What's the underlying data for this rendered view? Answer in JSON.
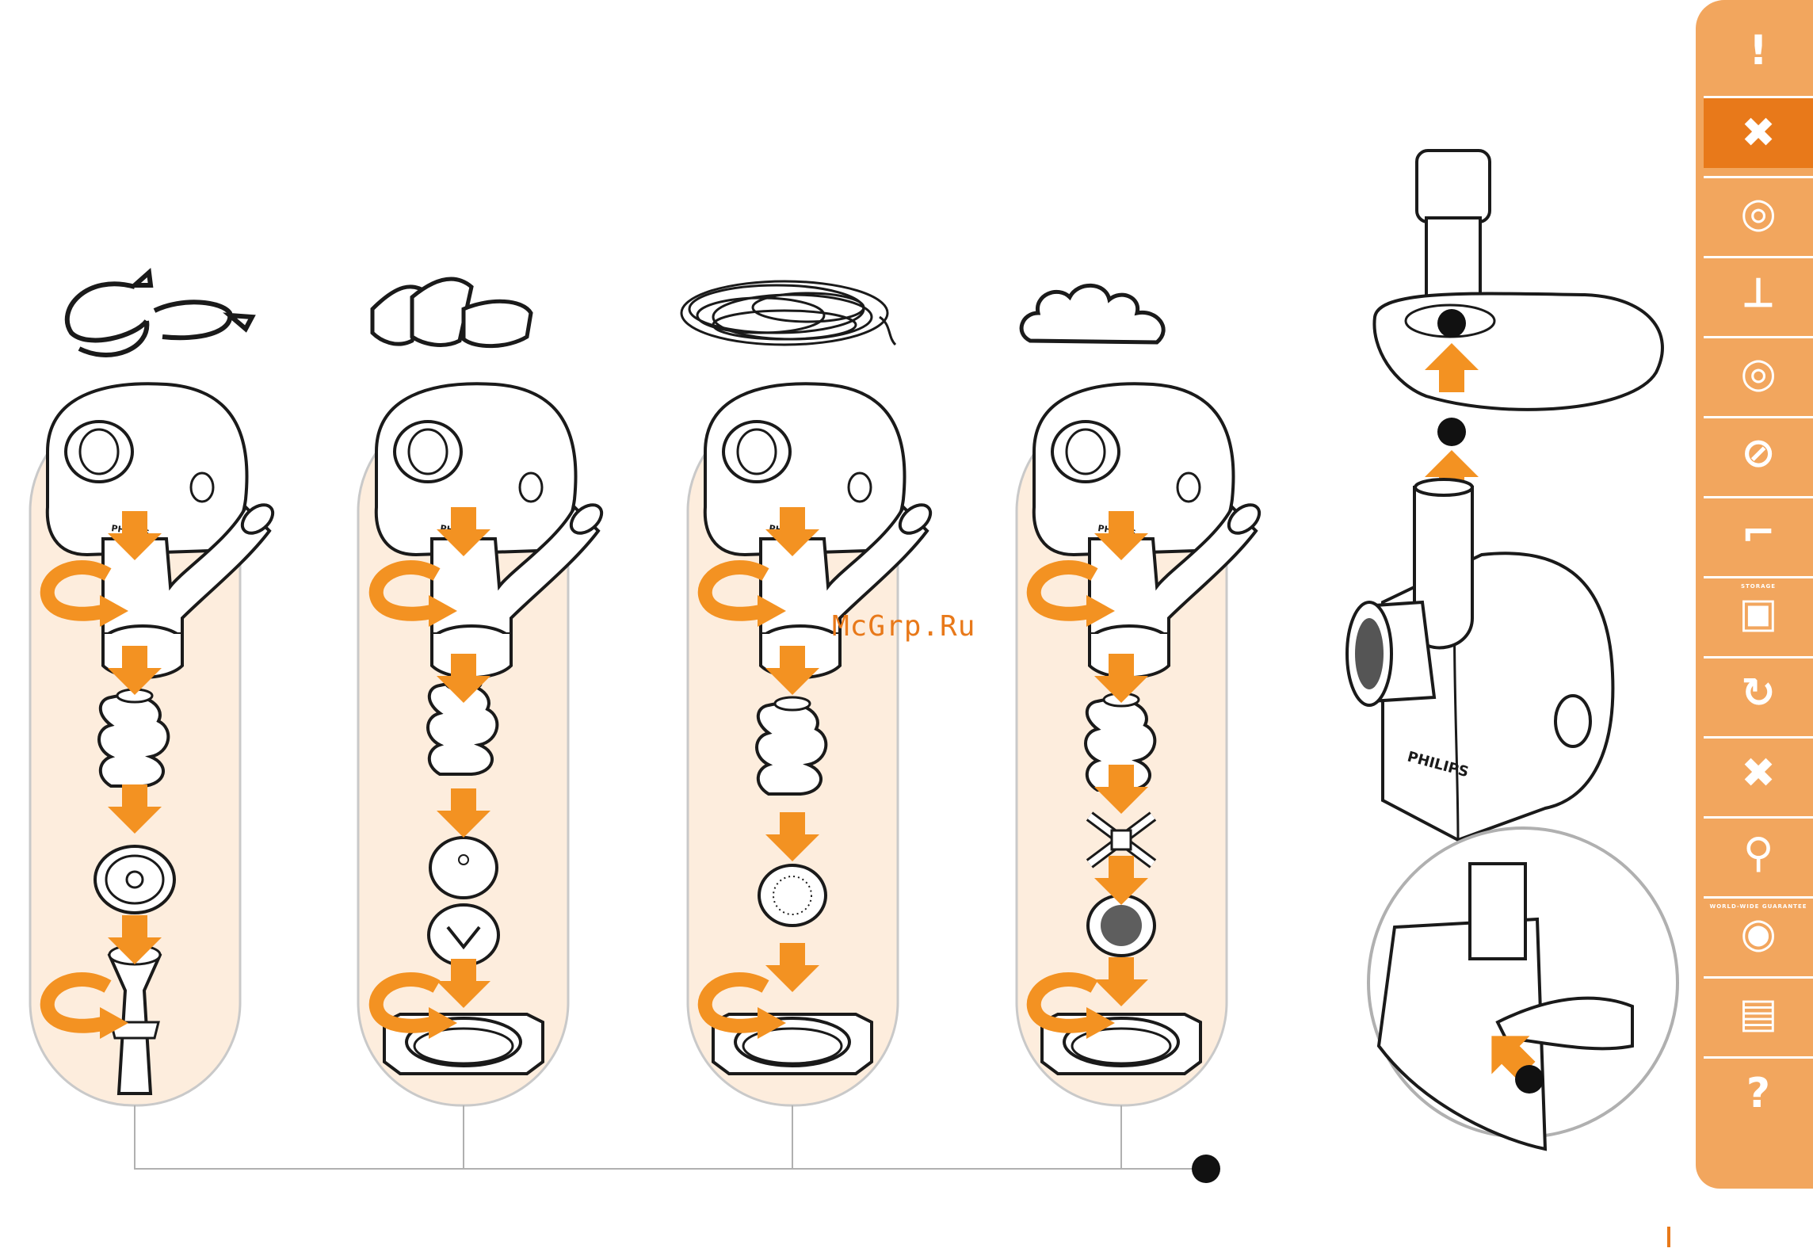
{
  "watermark": "McGrp.Ru",
  "brand": "PHILIPS",
  "colors": {
    "accent": "#f39222",
    "panel": "#fdeddd",
    "sidebar": "#f2a65e",
    "sidebar_active": "#e8791a",
    "outline": "#1a1a1a"
  },
  "columns": [
    {
      "food": "sausages",
      "parts": [
        "unit",
        "screw",
        "sausage-separator",
        "sausage-horn",
        "ring"
      ]
    },
    {
      "food": "kebbe",
      "parts": [
        "unit",
        "screw",
        "kebbe-cone",
        "kebbe-former",
        "ring"
      ]
    },
    {
      "food": "noodles",
      "parts": [
        "unit",
        "screw",
        "noodle-disc",
        "ring"
      ]
    },
    {
      "food": "minced-meat",
      "parts": [
        "unit",
        "screw",
        "cutter",
        "mincing-plate",
        "ring"
      ]
    }
  ],
  "sidebar": {
    "items": [
      {
        "icon": "exclamation-icon",
        "glyph": "!"
      },
      {
        "icon": "tools-icon",
        "glyph": "✖",
        "active": true
      },
      {
        "icon": "disc-icon",
        "glyph": "◎"
      },
      {
        "icon": "pusher-icon",
        "glyph": "⟂"
      },
      {
        "icon": "disc-icon",
        "glyph": "◎"
      },
      {
        "icon": "no-meat-icon",
        "glyph": "⊘"
      },
      {
        "icon": "tap-icon",
        "glyph": "⌐"
      },
      {
        "icon": "storage-icon",
        "glyph": "▣",
        "label": "STORAGE"
      },
      {
        "icon": "recycle-icon",
        "glyph": "↻"
      },
      {
        "icon": "bin-crossed-icon",
        "glyph": "✖"
      },
      {
        "icon": "search-icon",
        "glyph": "⚲"
      },
      {
        "icon": "guarantee-icon",
        "glyph": "◉",
        "label": "WORLD-WIDE GUARANTEE"
      },
      {
        "icon": "manual-icon",
        "glyph": "▤"
      },
      {
        "icon": "question-icon",
        "glyph": "?"
      }
    ]
  }
}
